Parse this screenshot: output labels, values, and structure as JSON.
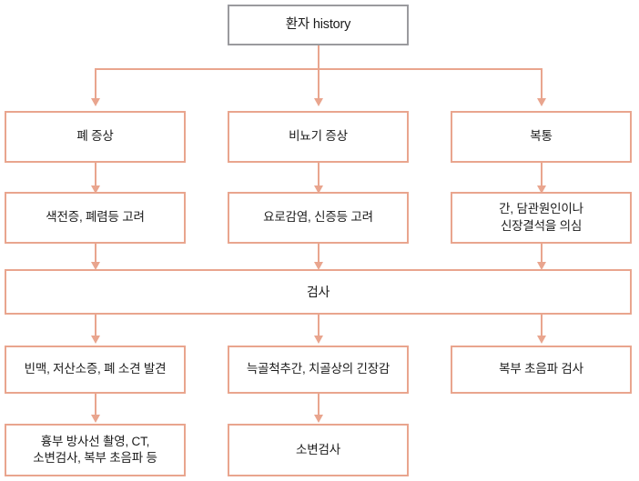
{
  "diagram": {
    "title": "환자 history",
    "type": "clinical-decision-flowchart",
    "colors": {
      "root_border": "#9a9a9e",
      "node_border": "#e9a58e",
      "connector": "#e9a58e",
      "background": "#ffffff",
      "text": "#1a1a1a"
    },
    "root": {
      "label": "환자 history"
    },
    "rows": {
      "symptoms": [
        {
          "label": "폐 증상"
        },
        {
          "label": "비뇨기 증상"
        },
        {
          "label": "복통"
        }
      ],
      "considerations": [
        {
          "label": "색전증, 폐렴등 고려"
        },
        {
          "label": "요로감염, 신증등 고려"
        },
        {
          "label": "간, 담관원인이나\n신장결석을 의심"
        }
      ],
      "examination": {
        "label": "검사"
      },
      "findings": [
        {
          "label": "빈맥, 저산소증, 폐 소견 발견"
        },
        {
          "label": "늑골척추간, 치골상의 긴장감"
        },
        {
          "label": "복부 초음파 검사"
        }
      ],
      "tests": [
        {
          "label": "흉부 방사선 촬영, CT,\n소변검사, 복부 초음파 등"
        },
        {
          "label": "소변검사"
        }
      ]
    }
  }
}
